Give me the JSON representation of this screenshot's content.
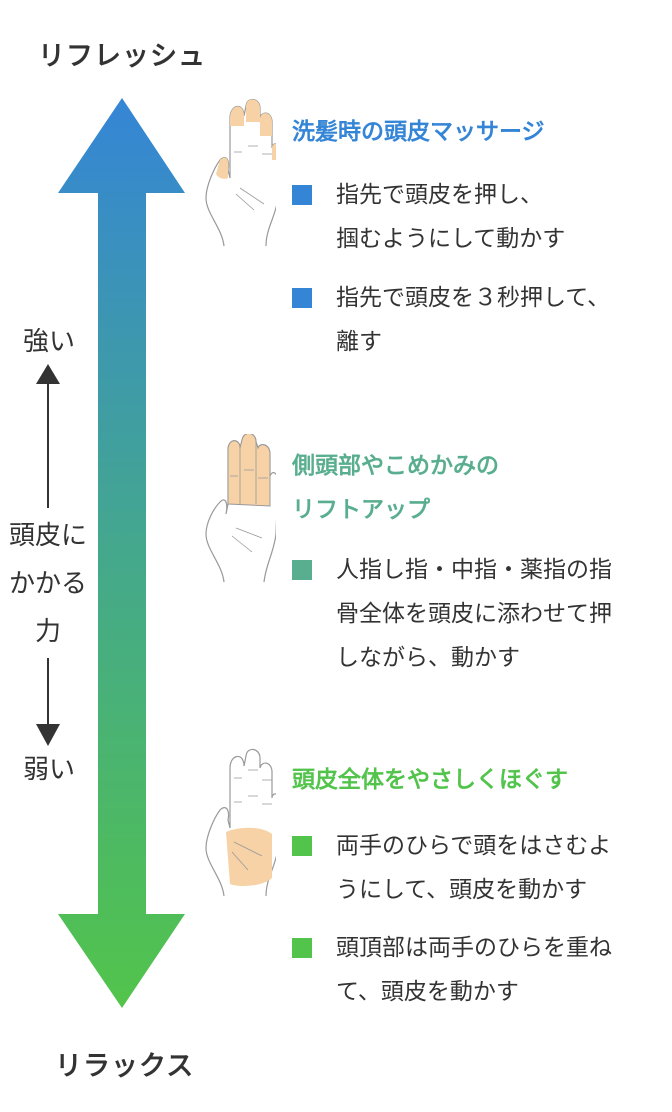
{
  "axis": {
    "top_label": "リフレッシュ",
    "bottom_label": "リラックス",
    "gradient_top_color": "#3585D6",
    "gradient_bottom_color": "#52C44B"
  },
  "side_scale": {
    "strong": "強い",
    "weak": "弱い",
    "label_lines": [
      "頭皮に",
      "かかる",
      "力"
    ]
  },
  "sections": [
    {
      "title_lines": [
        "洗髪時の頭皮マッサージ"
      ],
      "color": "#3585D6",
      "hand_highlight": "fingertips",
      "items": [
        "指先で頭皮を押し、掴むようにして動かす",
        "指先で頭皮を３秒押して、離す"
      ]
    },
    {
      "title_lines": [
        "側頭部やこめかみの",
        "リフトアップ"
      ],
      "color": "#5AAE90",
      "hand_highlight": "three-fingers",
      "items": [
        "人指し指・中指・薬指の指骨全体を頭皮に添わせて押しながら、動かす"
      ]
    },
    {
      "title_lines": [
        "頭皮全体をやさしくほぐす"
      ],
      "color": "#52C44B",
      "hand_highlight": "palm",
      "items": [
        "両手のひらで頭をはさむようにして、頭皮を動かす",
        "頭頂部は両手のひらを重ねて、頭皮を動かす"
      ]
    }
  ],
  "item_lines": {
    "s0i0": [
      "指先で頭皮を押し、",
      "掴むようにして動かす"
    ],
    "s0i1": [
      "指先で頭皮を３秒押して、",
      "離す"
    ],
    "s1i0": [
      "人指し指・中指・薬指の指",
      "骨全体を頭皮に添わせて押",
      "しながら、動かす"
    ],
    "s2i0": [
      "両手のひらで頭をはさむよ",
      "うにして、頭皮を動かす"
    ],
    "s2i1": [
      "頭頂部は両手のひらを重ね",
      "て、頭皮を動かす"
    ]
  }
}
